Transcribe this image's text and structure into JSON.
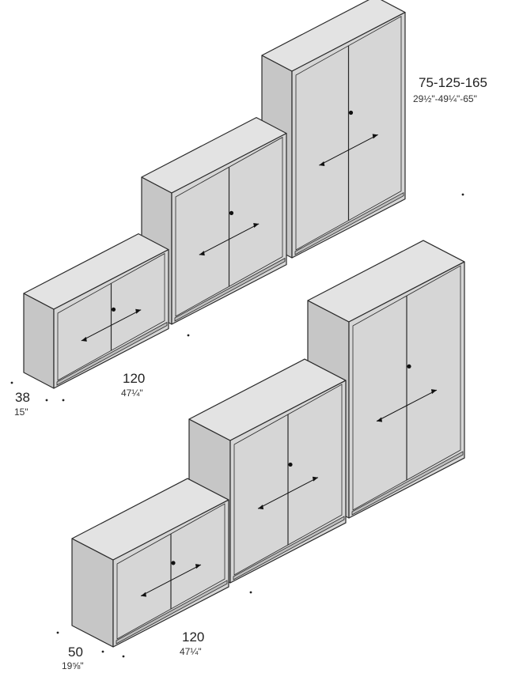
{
  "colors": {
    "front": "#d6d6d6",
    "top": "#e3e3e3",
    "side": "#c6c6c6",
    "outline": "#2a2a2a",
    "plinth": "#bdbdbd"
  },
  "icons": {
    "handle": "handle-dot-icon",
    "slide": "double-arrow-icon"
  },
  "dimensions": {
    "height_label": "75-125-165",
    "height_label_imperial": "29½\"-49¼\"-65\"",
    "set1_width": "120",
    "set1_width_imperial": "47¼\"",
    "set1_depth": "38",
    "set1_depth_imperial": "15\"",
    "set2_width": "120",
    "set2_width_imperial": "47¼\"",
    "set2_depth": "50",
    "set2_depth_imperial": "19⅝\""
  }
}
